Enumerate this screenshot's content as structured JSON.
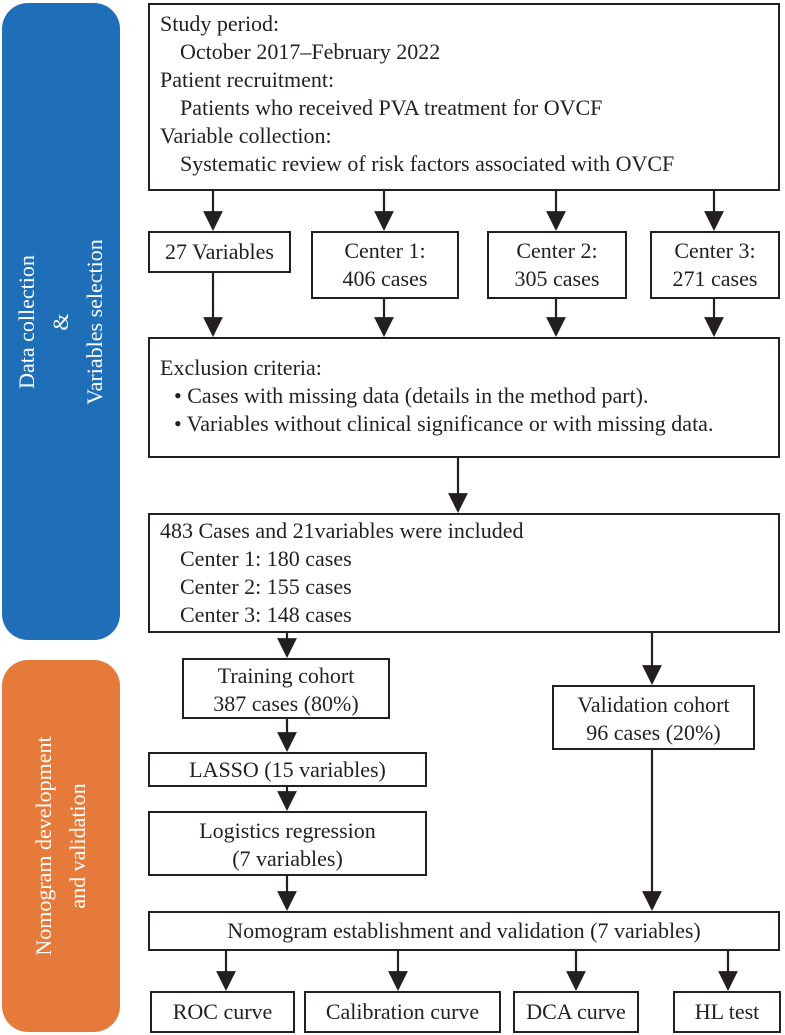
{
  "colors": {
    "data_panel": "#1e6fb8",
    "nomogram_panel": "#e57a3a",
    "line": "#231f20"
  },
  "side_panels": {
    "data": {
      "line1": "Data collection",
      "line2": "&",
      "line3": "Variables selection"
    },
    "nomogram": {
      "line1": "Nomogram development",
      "line2": "and validation"
    }
  },
  "study": {
    "l1": "Study period:",
    "l2": "October 2017–February 2022",
    "l3": "Patient recruitment:",
    "l4": "Patients who received PVA treatment for OVCF",
    "l5": "Variable collection:",
    "l6": "Systematic review of risk factors associated with OVCF"
  },
  "variables_box": "27 Variables",
  "centers": [
    {
      "name": "Center 1:",
      "cases": "406 cases"
    },
    {
      "name": "Center 2:",
      "cases": "305 cases"
    },
    {
      "name": "Center 3:",
      "cases": "271 cases"
    }
  ],
  "exclusion": {
    "title": "Exclusion criteria:",
    "items": [
      "• Cases with missing data (details in the method part).",
      "• Variables without clinical significance or with missing data."
    ]
  },
  "included": {
    "title": "483 Cases and 21variables were included",
    "items": [
      "Center 1: 180 cases",
      "Center 2: 155 cases",
      "Center 3: 148 cases"
    ]
  },
  "training": {
    "l1": "Training cohort",
    "l2": "387 cases (80%)"
  },
  "validation": {
    "l1": "Validation cohort",
    "l2": "96 cases (20%)"
  },
  "lasso": "LASSO (15 variables)",
  "logistic": {
    "l1": "Logistics regression",
    "l2": "(7 variables)"
  },
  "nomogram_box": "Nomogram establishment and validation (7 variables)",
  "outputs": [
    "ROC curve",
    "Calibration curve",
    "DCA curve",
    "HL test"
  ]
}
